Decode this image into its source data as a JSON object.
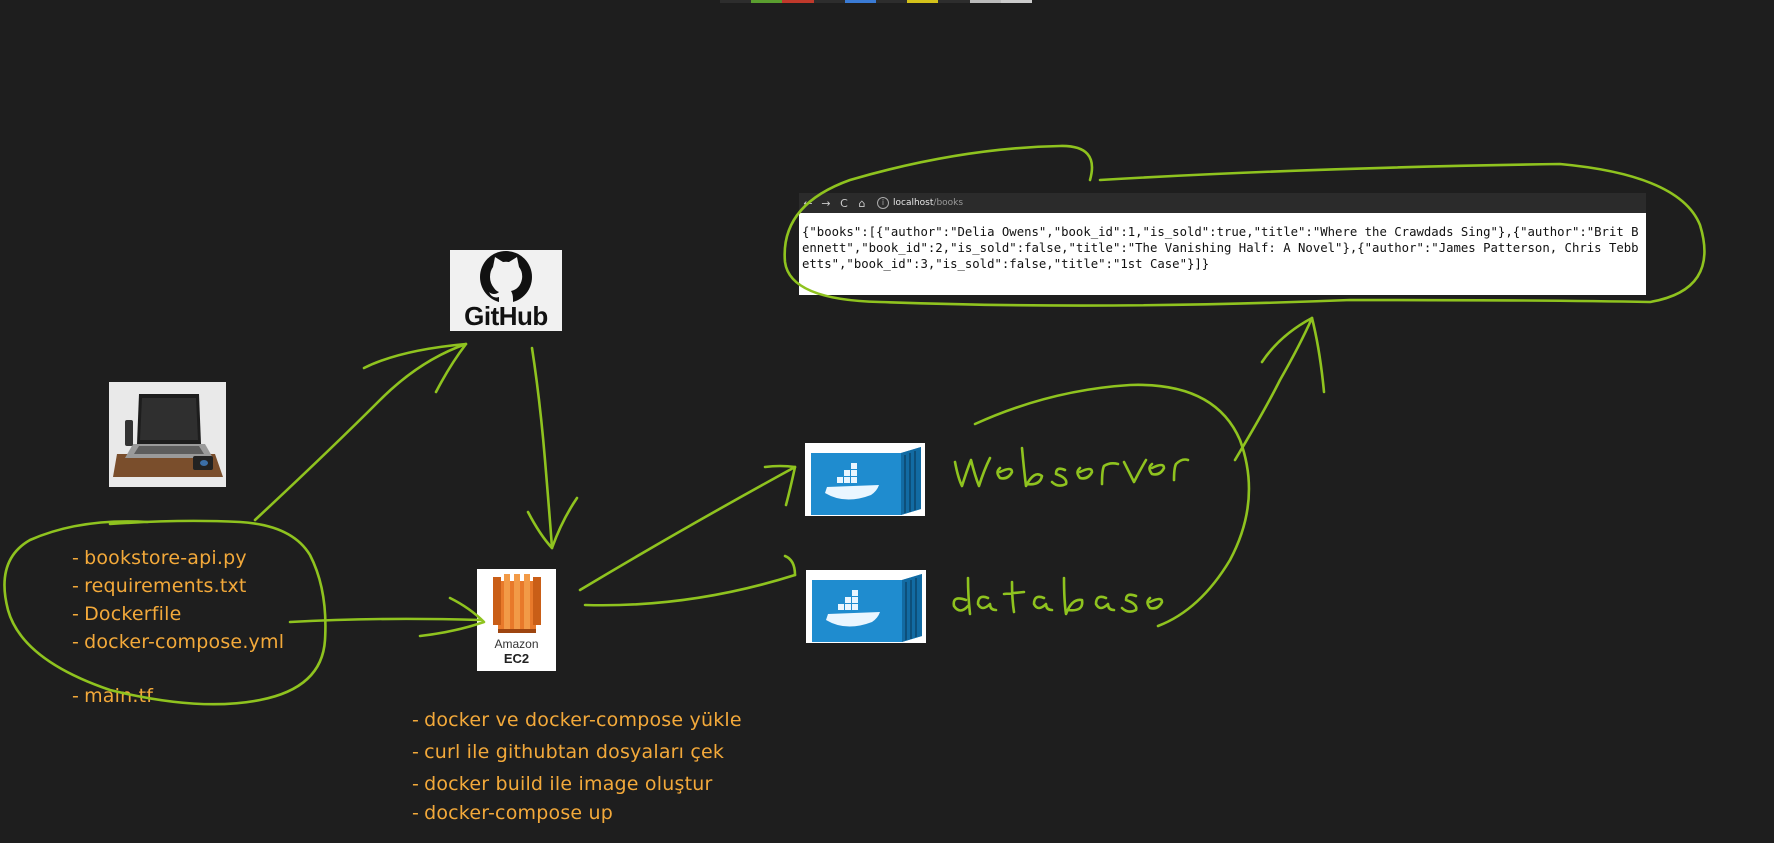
{
  "browser": {
    "nav_back": "←",
    "nav_forward": "→",
    "nav_reload": "C",
    "nav_home": "⌂",
    "info_icon": "i",
    "address_host": "localhost",
    "address_path": "/books",
    "response_json": "{\"books\":[{\"author\":\"Delia Owens\",\"book_id\":1,\"is_sold\":true,\"title\":\"Where the Crawdads Sing\"},{\"author\":\"Brit Bennett\",\"book_id\":2,\"is_sold\":false,\"title\":\"The Vanishing Half: A Novel\"},{\"author\":\"James Patterson, Chris Tebbetts\",\"book_id\":3,\"is_sold\":false,\"title\":\"1st Case\"}]}"
  },
  "github": {
    "wordmark": "GitHub"
  },
  "ec2": {
    "line1": "Amazon",
    "line2": "EC2"
  },
  "local_files": {
    "items": [
      "bookstore-api.py",
      "requirements.txt",
      "Dockerfile",
      "docker-compose.yml"
    ],
    "extra": "main.tf"
  },
  "ec2_steps": {
    "items": [
      "docker ve docker-compose yükle",
      "curl ile githubtan dosyaları çek",
      "docker build ile image oluştur",
      "docker-compose up"
    ]
  },
  "handwriting": {
    "web_server": "web server",
    "database": "database"
  },
  "colors": {
    "background": "#1e1e1e",
    "ink_green": "#8fc31f",
    "note_orange": "#f3a93a",
    "docker_blue": "#1f8ccf",
    "ec2_orange": "#e8792a"
  },
  "icons": [
    "github-octocat-icon",
    "laptop-photo",
    "amazon-ec2-icon",
    "docker-container-icon"
  ]
}
